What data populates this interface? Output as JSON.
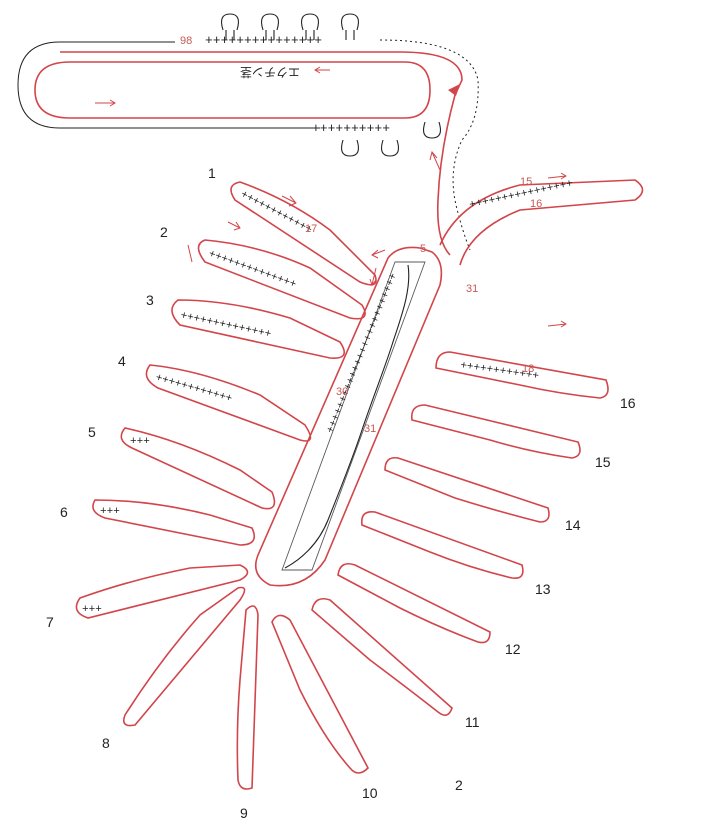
{
  "diagram": {
    "petal_numbers": [
      "1",
      "2",
      "3",
      "4",
      "5",
      "6",
      "7",
      "8",
      "9",
      "10",
      "11",
      "12",
      "13",
      "14",
      "15",
      "16"
    ],
    "corner_number": "2",
    "round_labels": {
      "start": "98",
      "a": "15",
      "b": "16",
      "c": "31",
      "d": "30",
      "e": "31",
      "f": "5",
      "g": "17",
      "h": "18"
    },
    "reversed_text": "エクチン茎",
    "colors": {
      "outline": "#d2454a",
      "ink": "#222222",
      "round": "#c75a55"
    }
  }
}
